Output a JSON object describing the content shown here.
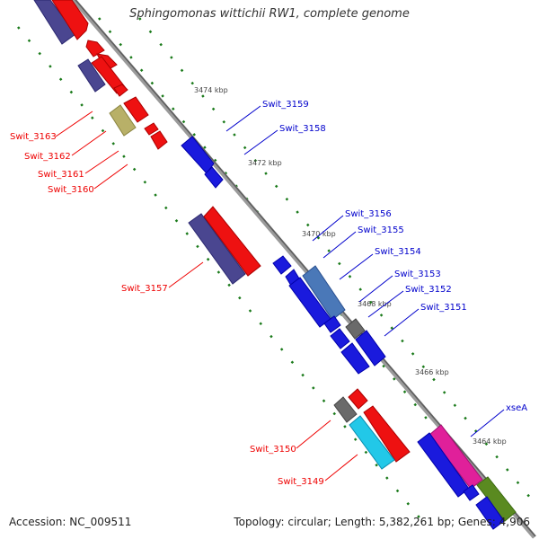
{
  "title": "Sphingomonas wittichii RW1, complete genome",
  "footer": {
    "accession": "Accession: NC_009511",
    "topology": "Topology: circular; Length: 5,382,261 bp; Genes: 4,906"
  },
  "colors": {
    "backbone": "#808080",
    "ticks": "#1a7a1a",
    "minus_label": "#ee0000",
    "plus_label": "#0000cc"
  },
  "kbp_ticks": [
    "3474 kbp",
    "3472 kbp",
    "3470 kbp",
    "3468 kbp",
    "3466 kbp",
    "3464 kbp"
  ],
  "labels": {
    "minus": [
      "Swit_3163",
      "Swit_3162",
      "Swit_3161",
      "Swit_3160",
      "Swit_3157",
      "Swit_3150",
      "Swit_3149"
    ],
    "plus": [
      "Swit_3159",
      "Swit_3158",
      "Swit_3156",
      "Swit_3155",
      "Swit_3154",
      "Swit_3153",
      "Swit_3152",
      "Swit_3151",
      "xseA"
    ]
  }
}
